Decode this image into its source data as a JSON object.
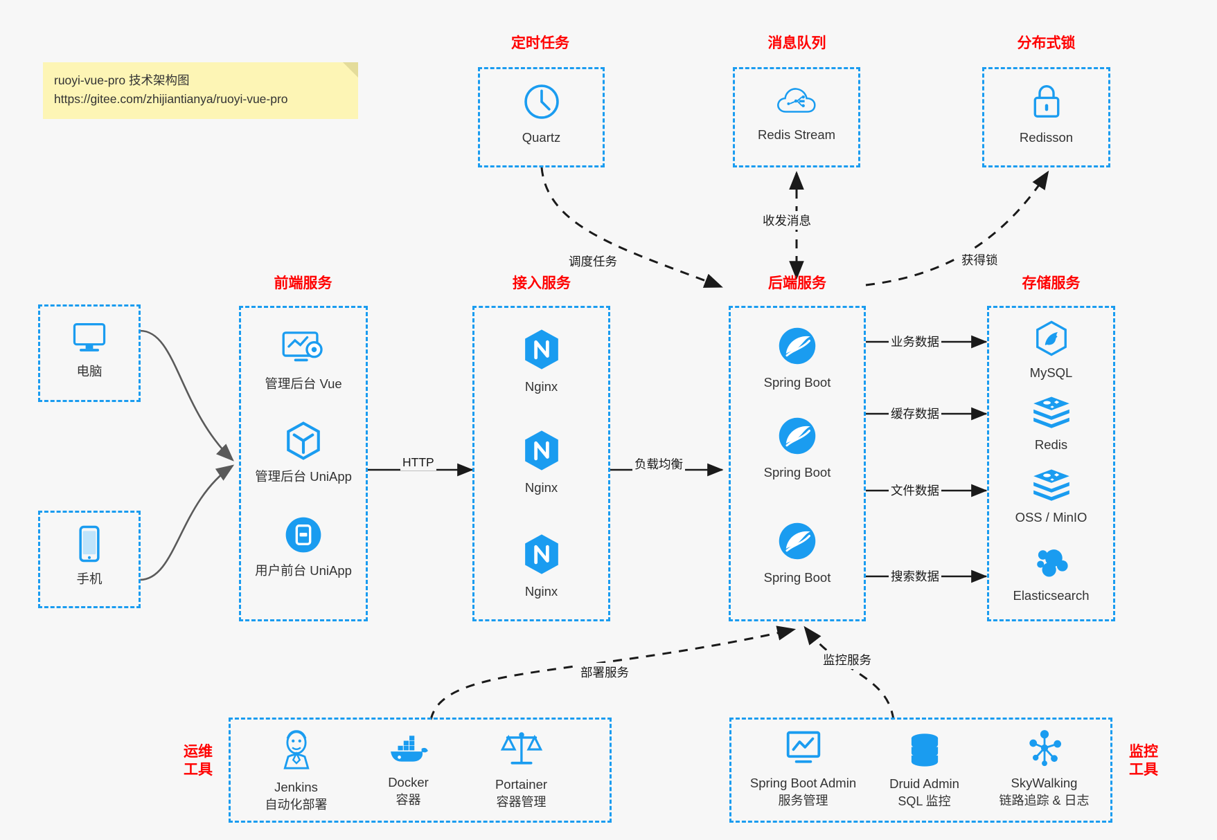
{
  "note": {
    "line1": "ruoyi-vue-pro 技术架构图",
    "line2": "https://gitee.com/zhijiantianya/ruoyi-vue-pro"
  },
  "colors": {
    "accent": "#1a9cf0",
    "title": "#ff0000",
    "text": "#333333",
    "background": "#f7f7f7",
    "arrow": "#1a1a1a",
    "curve": "#5a5a5a"
  },
  "groups": {
    "scheduled_task": {
      "title": "定时任务"
    },
    "message_queue": {
      "title": "消息队列"
    },
    "distributed_lock": {
      "title": "分布式锁"
    },
    "frontend": {
      "title": "前端服务"
    },
    "gateway": {
      "title": "接入服务"
    },
    "backend": {
      "title": "后端服务"
    },
    "storage": {
      "title": "存储服务"
    },
    "devops": {
      "title_line1": "运维",
      "title_line2": "工具"
    },
    "monitor": {
      "title_line1": "监控",
      "title_line2": "工具"
    }
  },
  "nodes": {
    "quartz": {
      "label": "Quartz",
      "icon": "clock-icon"
    },
    "redis_stream": {
      "label": "Redis Stream",
      "icon": "cloud-stream-icon"
    },
    "redisson": {
      "label": "Redisson",
      "icon": "lock-icon"
    },
    "computer": {
      "label": "电脑",
      "icon": "desktop-icon"
    },
    "phone": {
      "label": "手机",
      "icon": "mobile-icon"
    },
    "admin_vue": {
      "label": "管理后台 Vue",
      "icon": "dashboard-gear-icon"
    },
    "admin_uniapp": {
      "label": "管理后台 UniApp",
      "icon": "cube-icon"
    },
    "user_uniapp": {
      "label": "用户前台 UniApp",
      "icon": "app-circle-icon"
    },
    "nginx1": {
      "label": "Nginx",
      "icon": "nginx-icon"
    },
    "nginx2": {
      "label": "Nginx",
      "icon": "nginx-icon"
    },
    "nginx3": {
      "label": "Nginx",
      "icon": "nginx-icon"
    },
    "springboot1": {
      "label": "Spring Boot",
      "icon": "spring-leaf-icon"
    },
    "springboot2": {
      "label": "Spring Boot",
      "icon": "spring-leaf-icon"
    },
    "springboot3": {
      "label": "Spring Boot",
      "icon": "spring-leaf-icon"
    },
    "mysql": {
      "label": "MySQL",
      "icon": "mysql-dolphin-icon"
    },
    "redis": {
      "label": "Redis",
      "icon": "redis-stack-icon"
    },
    "oss": {
      "label": "OSS / MinIO",
      "icon": "redis-stack-icon"
    },
    "elasticsearch": {
      "label": "Elasticsearch",
      "icon": "elasticsearch-icon"
    },
    "jenkins": {
      "label": "Jenkins",
      "sub": "自动化部署",
      "icon": "jenkins-butler-icon"
    },
    "docker": {
      "label": "Docker",
      "sub": "容器",
      "icon": "docker-whale-icon"
    },
    "portainer": {
      "label": "Portainer",
      "sub": "容器管理",
      "icon": "scales-icon"
    },
    "sba": {
      "label": "Spring Boot Admin",
      "sub": "服务管理",
      "icon": "monitor-chart-icon"
    },
    "druid": {
      "label": "Druid Admin",
      "sub": "SQL 监控",
      "icon": "database-icon"
    },
    "skywalking": {
      "label": "SkyWalking",
      "sub": "链路追踪 & 日志",
      "icon": "skywalking-node-icon"
    }
  },
  "edges": {
    "schedule_task": "调度任务",
    "send_receive_message": "收发消息",
    "acquire_lock": "获得锁",
    "http": "HTTP",
    "load_balance": "负载均衡",
    "business_data": "业务数据",
    "cache_data": "缓存数据",
    "file_data": "文件数据",
    "search_data": "搜索数据",
    "deploy_service": "部署服务",
    "monitor_service": "监控服务"
  }
}
